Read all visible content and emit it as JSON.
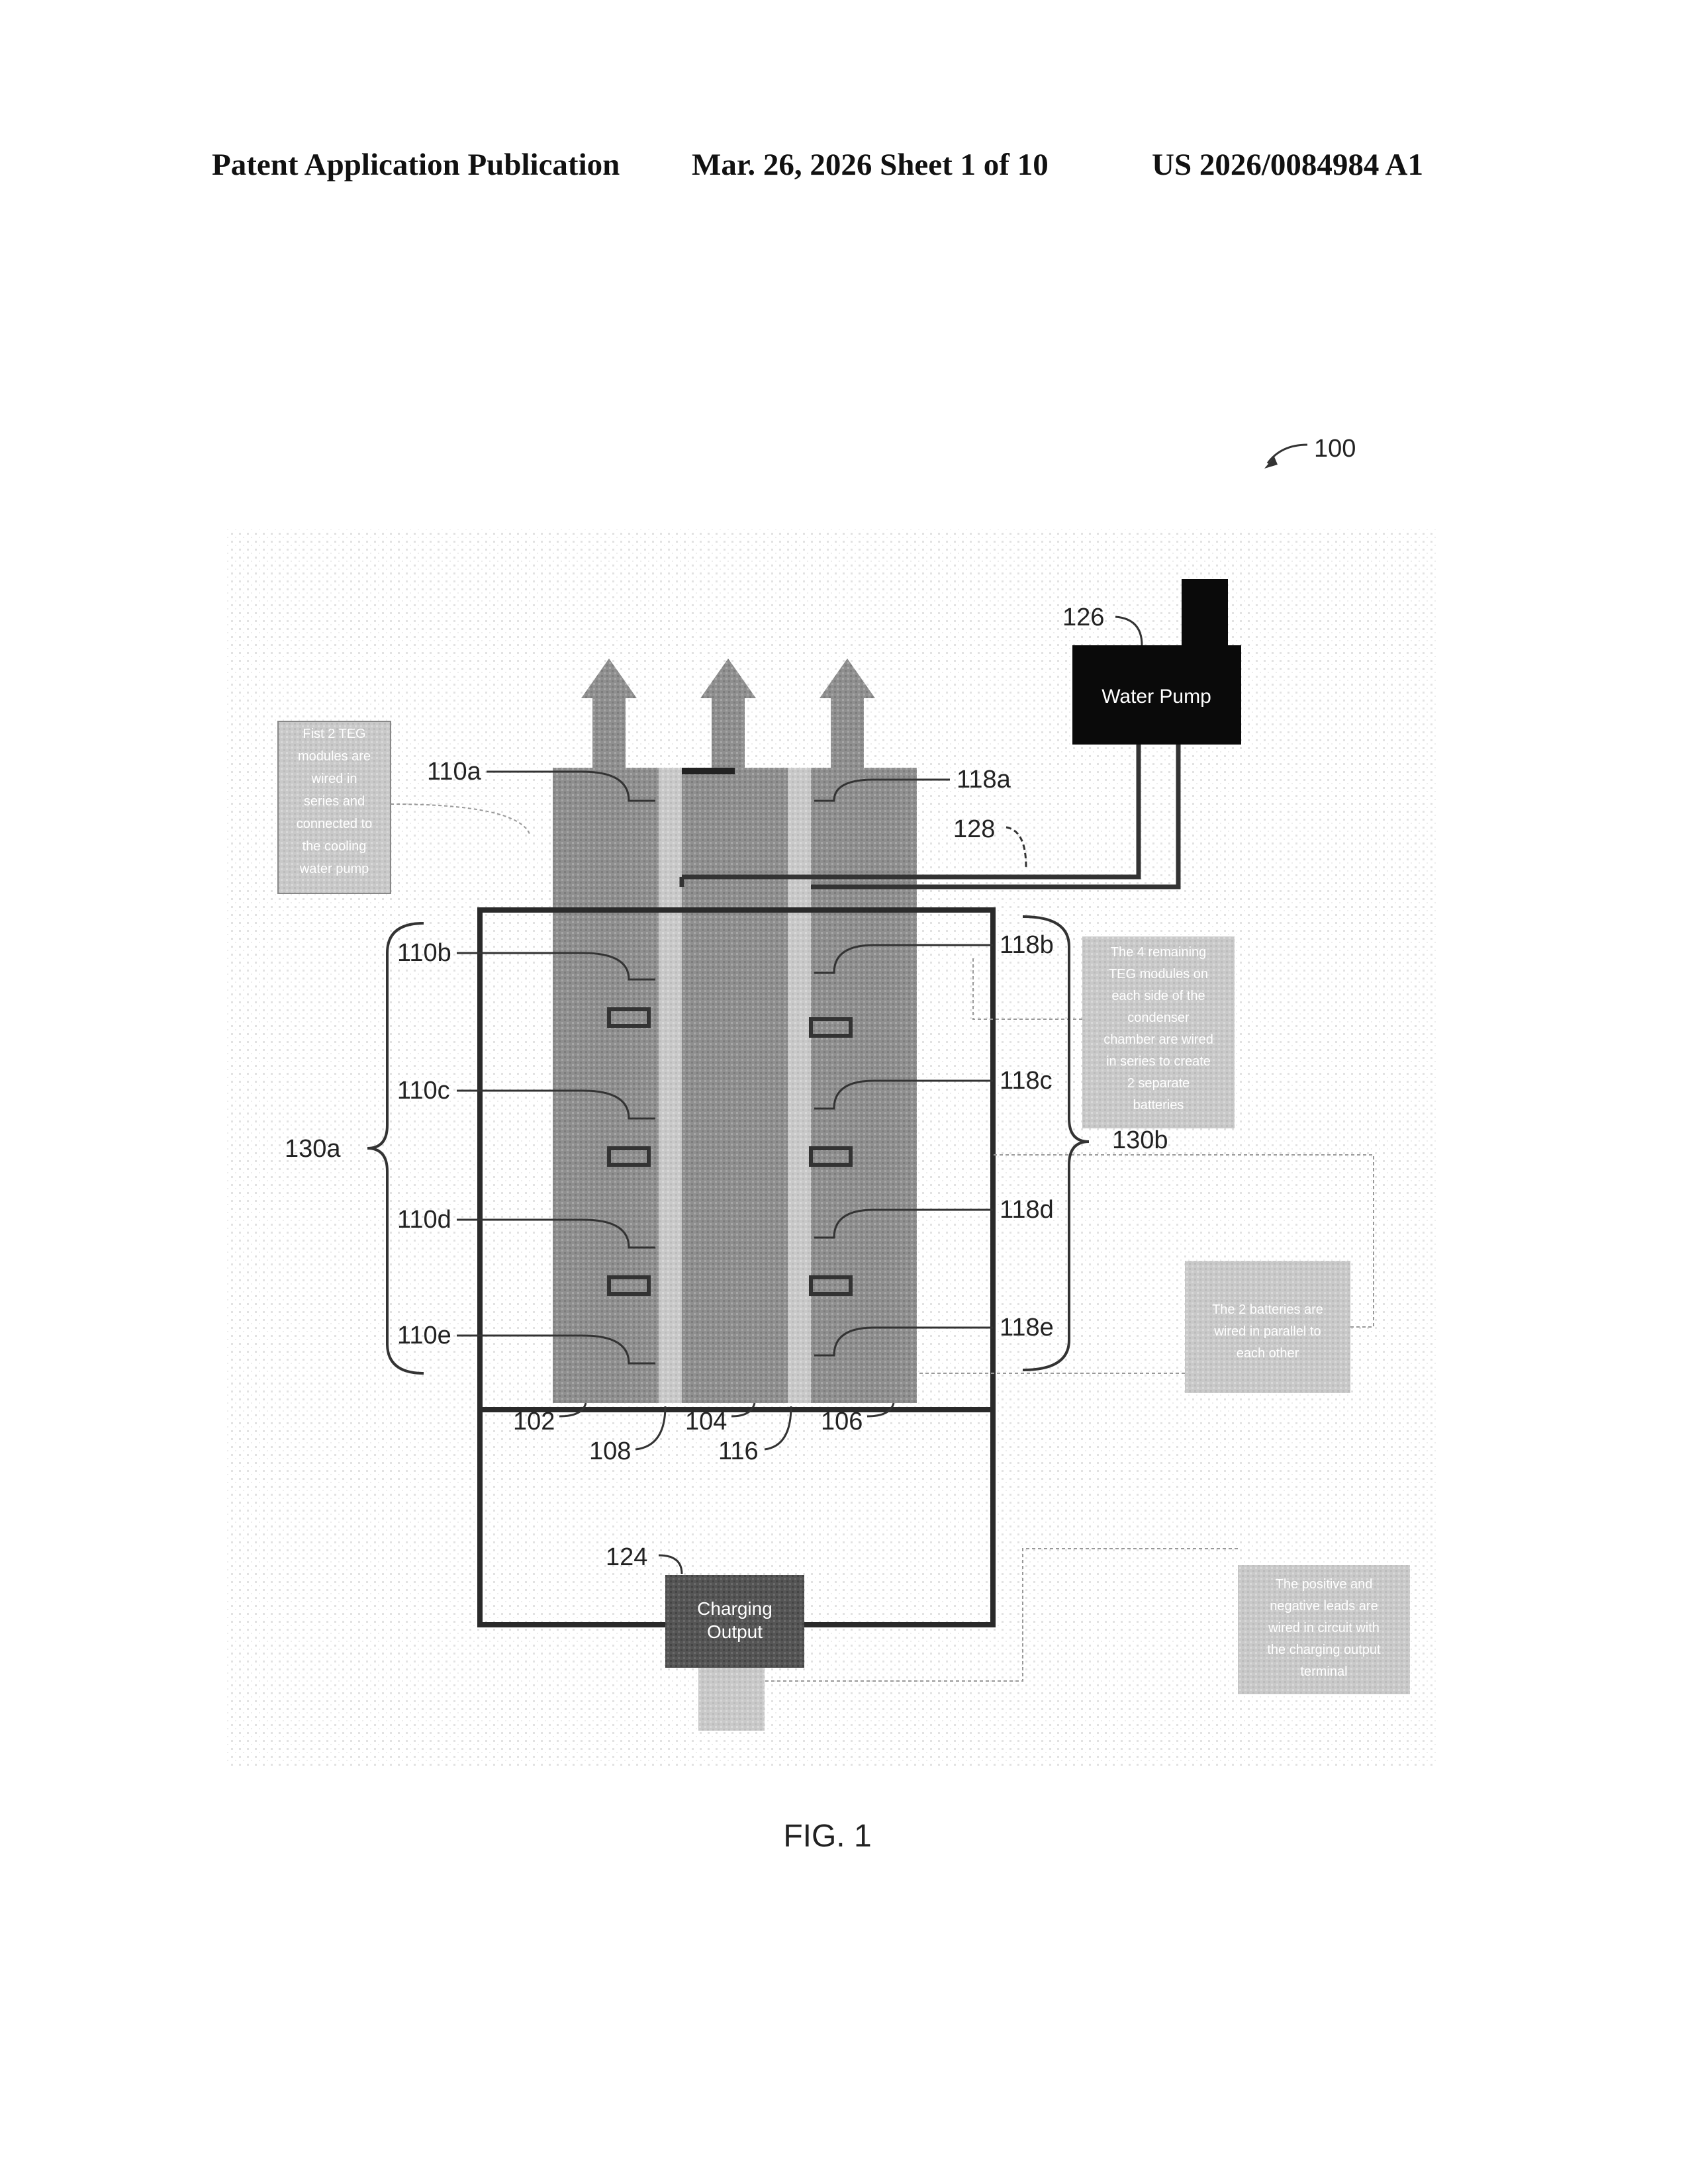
{
  "header": {
    "left": "Patent Application Publication",
    "middle": "Mar. 26, 2026  Sheet 1 of 10",
    "right": "US 2026/0084984 A1"
  },
  "figure": {
    "ref_main": "100",
    "caption": "FIG. 1",
    "refs": {
      "r102": "102",
      "r104": "104",
      "r106": "106",
      "r108": "108",
      "r116": "116",
      "r110a": "110a",
      "r110b": "110b",
      "r110c": "110c",
      "r110d": "110d",
      "r110e": "110e",
      "r118a": "118a",
      "r118b": "118b",
      "r118c": "118c",
      "r118d": "118d",
      "r118e": "118e",
      "r124": "124",
      "r126": "126",
      "r128": "128",
      "r130a": "130a",
      "r130b": "130b"
    },
    "pump_label": "Water Pump",
    "charging_label": [
      "Charging",
      "Output"
    ],
    "notes": {
      "first_two": [
        "Fist 2 TEG",
        "modules are",
        "wired in",
        "series and",
        "connected to",
        "the cooling",
        "water pump"
      ],
      "remaining": [
        "The 4 remaining",
        "TEG modules on",
        "each side of the",
        "condenser",
        "chamber are wired",
        "in series to create",
        "2 separate",
        "batteries"
      ],
      "parallel": [
        "The 2 batteries are",
        "wired in parallel to",
        "each other"
      ],
      "leads": [
        "The positive and",
        "negative leads are",
        "wired in circuit with",
        "the charging output",
        "terminal"
      ]
    }
  }
}
